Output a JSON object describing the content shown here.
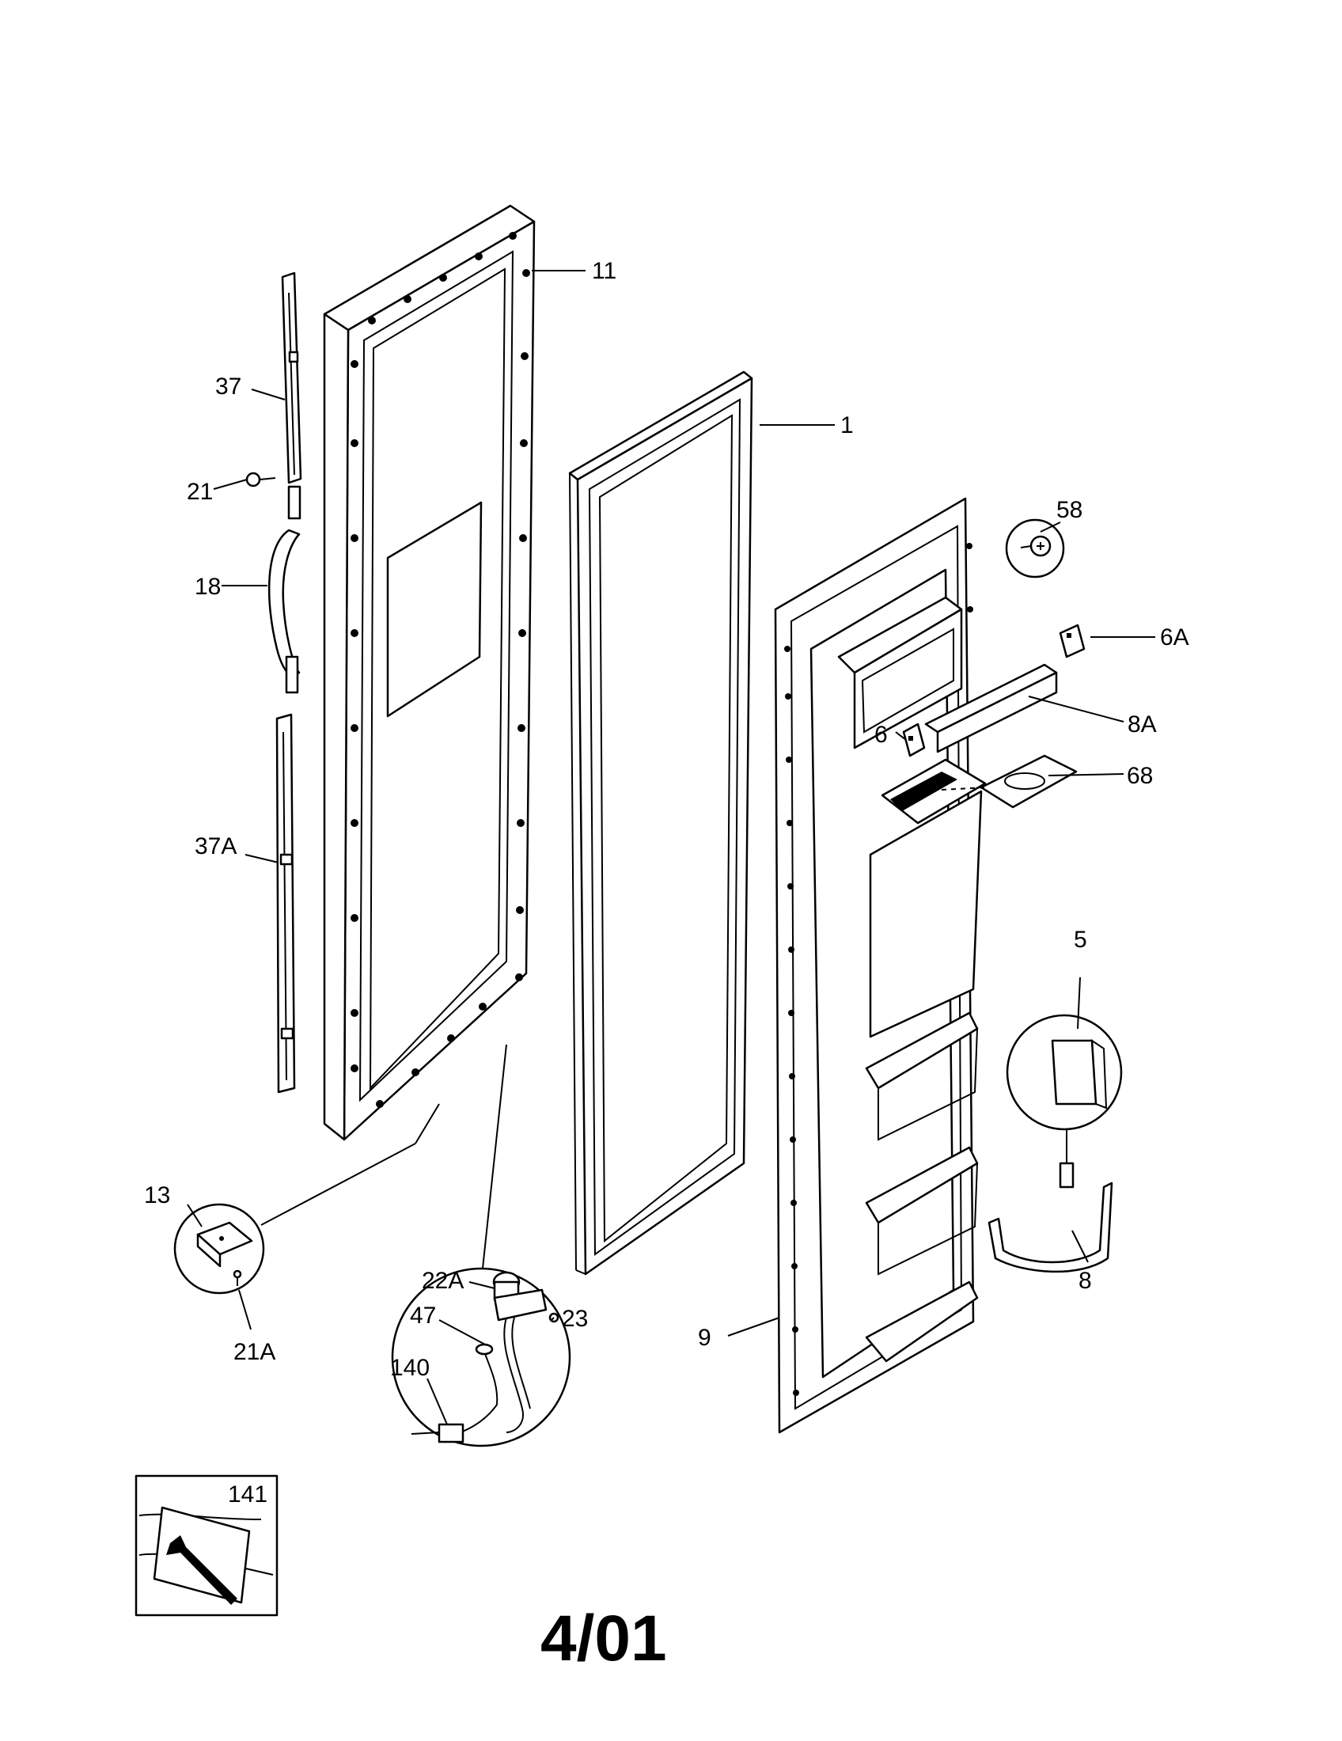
{
  "labels": {
    "p11": "11",
    "p1": "1",
    "p37": "37",
    "p21": "21",
    "p18": "18",
    "p37a": "37A",
    "p58": "58",
    "p6a": "6A",
    "p8a": "8A",
    "p6": "6",
    "p68": "68",
    "p5": "5",
    "p13": "13",
    "p21a": "21A",
    "p22a": "22A",
    "p23": "23",
    "p47": "47",
    "p140": "140",
    "p9": "9",
    "p8": "8",
    "p141": "141"
  },
  "footer": {
    "date_code": "4/01"
  }
}
